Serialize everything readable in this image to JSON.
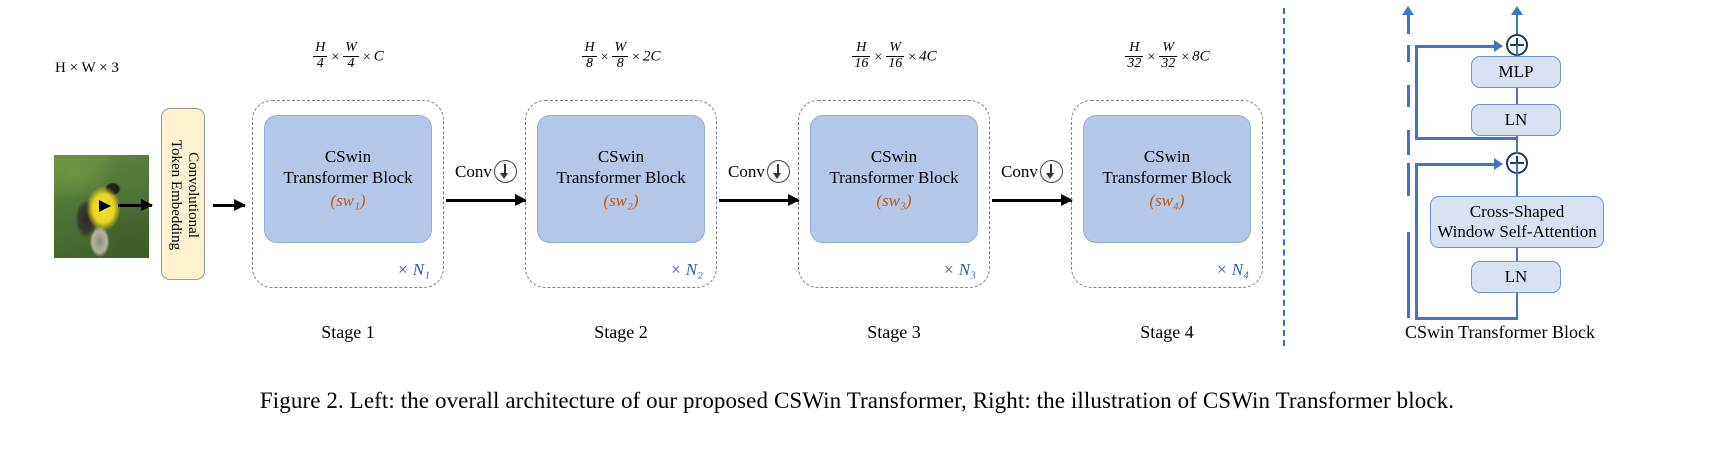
{
  "figure": {
    "caption": "Figure 2. Left: the overall architecture of our proposed CSWin Transformer, Right: the illustration of CSWin Transformer block."
  },
  "input": {
    "dim_label": "H × W × 3",
    "image_alt": "goldfinch-photo"
  },
  "token_embedding": {
    "line1": "Convolutional",
    "line2": "Token Embedding"
  },
  "stages": [
    {
      "name": "Stage 1",
      "dim": {
        "num_h": "H",
        "den_h": "4",
        "num_w": "W",
        "den_w": "4",
        "channels": "C"
      },
      "block_line1": "CSwin",
      "block_line2": "Transformer Block",
      "sw": "(sw₁)",
      "repeat": "× N₁"
    },
    {
      "name": "Stage 2",
      "dim": {
        "num_h": "H",
        "den_h": "8",
        "num_w": "W",
        "den_w": "8",
        "channels": "2C"
      },
      "block_line1": "CSwin",
      "block_line2": "Transformer Block",
      "sw": "(sw₂)",
      "repeat": "× N₂"
    },
    {
      "name": "Stage 3",
      "dim": {
        "num_h": "H",
        "den_h": "16",
        "num_w": "W",
        "den_w": "16",
        "channels": "4C"
      },
      "block_line1": "CSwin",
      "block_line2": "Transformer Block",
      "sw": "(sw₃)",
      "repeat": "× N₃"
    },
    {
      "name": "Stage 4",
      "dim": {
        "num_h": "H",
        "den_h": "32",
        "num_w": "W",
        "den_w": "32",
        "channels": "8C"
      },
      "block_line1": "CSwin",
      "block_line2": "Transformer Block",
      "sw": "(sw₄)",
      "repeat": "× N₄"
    }
  ],
  "connectors": [
    {
      "label": "Conv",
      "icon": "downsample-arrow-icon"
    },
    {
      "label": "Conv",
      "icon": "downsample-arrow-icon"
    },
    {
      "label": "Conv",
      "icon": "downsample-arrow-icon"
    }
  ],
  "right_panel": {
    "title": "CSwin Transformer Block",
    "boxes": {
      "mlp": "MLP",
      "ln_top": "LN",
      "attention_line1": "Cross-Shaped",
      "attention_line2": "Window Self-Attention",
      "ln_bottom": "LN"
    },
    "operators": {
      "add_top": "⊕",
      "add_bottom": "⊕"
    }
  },
  "colors": {
    "block_fill": "#b4c7e7",
    "block_border": "#93aedb",
    "token_fill": "#fdf2d0",
    "sw_text": "#c55a11",
    "repeat_text": "#2e5fa3",
    "right_box_fill": "#d9e2f3",
    "right_line": "#4472c4",
    "divider": "#3a6fb7",
    "dashed_border": "#808080"
  }
}
